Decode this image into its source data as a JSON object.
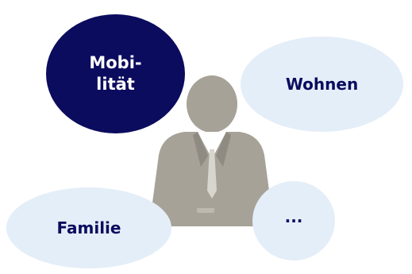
{
  "bubbles": {
    "mobilitaet": {
      "line1": "Mobi-",
      "line2": "lität"
    },
    "wohnen": {
      "label": "Wohnen"
    },
    "familie": {
      "label": "Familie"
    },
    "more": {
      "label": "..."
    }
  },
  "badge": {
    "text": ""
  },
  "colors": {
    "dark_navy": "#0b0c5e",
    "light_blue": "#e4eef8",
    "person_gray": "#a6a297",
    "text_navy": "#0b0c5e",
    "white": "#ffffff"
  },
  "icons": {
    "person": "person-silhouette-icon"
  }
}
